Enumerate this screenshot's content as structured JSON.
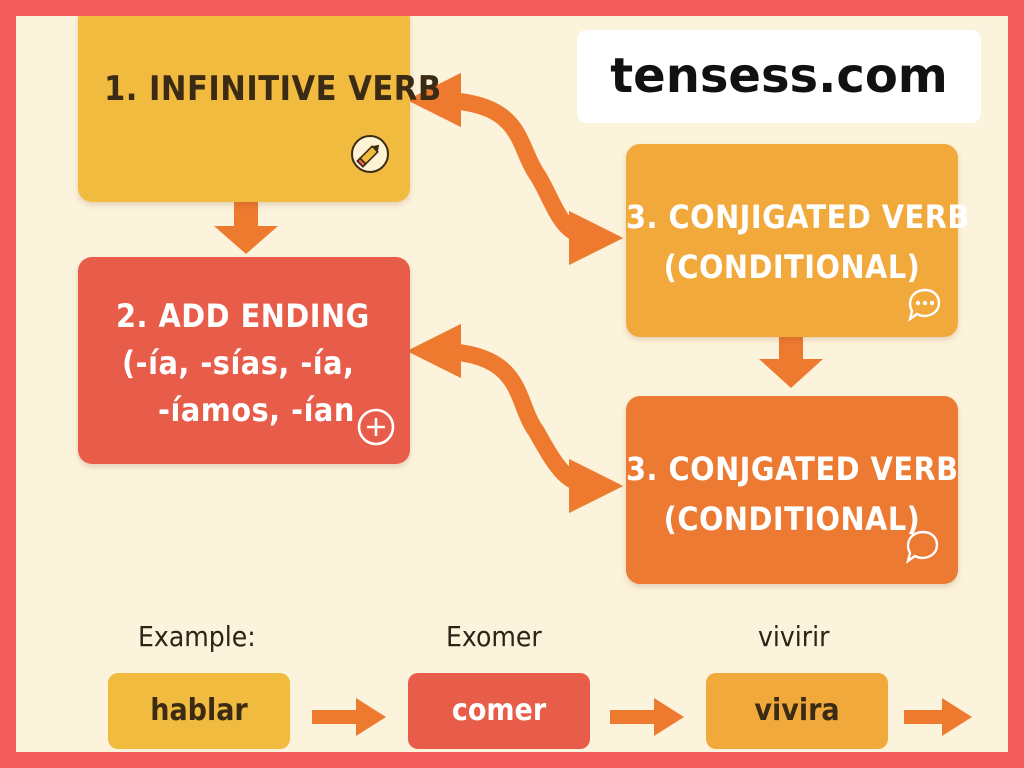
{
  "boxes": {
    "infinitive": {
      "label": "1. INFINITIVE VERB",
      "icon": "pencil-icon"
    },
    "add_ending": {
      "lines": [
        "2. ADD ENDING",
        "(-ía, -sías, -ía,",
        "-íamos, -ían"
      ],
      "icon": "plus-circle-icon"
    },
    "conjugated_top": {
      "lines": [
        "3. CONJIGATED VERB",
        "(CONDITIONAL)"
      ],
      "icon": "speech-bubble-icon"
    },
    "conjugated_bottom": {
      "lines": [
        "3. CONJGATED VERB",
        "(CONDITIONAL)"
      ],
      "icon": "speech-bubble-icon"
    }
  },
  "watermark": "tensess.com",
  "example": {
    "heading": "Example:",
    "label_2": "Exomer",
    "label_3": "vivirir",
    "pills": [
      "hablar",
      "comer",
      "vivira"
    ]
  },
  "colors": {
    "frame": "#f25c5c",
    "background": "#fcf3dc",
    "yellow": "#f0bb3e",
    "red": "#e85d4a",
    "orange_light": "#f2a93b",
    "orange": "#ed7a32",
    "arrow": "#ee7a30"
  }
}
